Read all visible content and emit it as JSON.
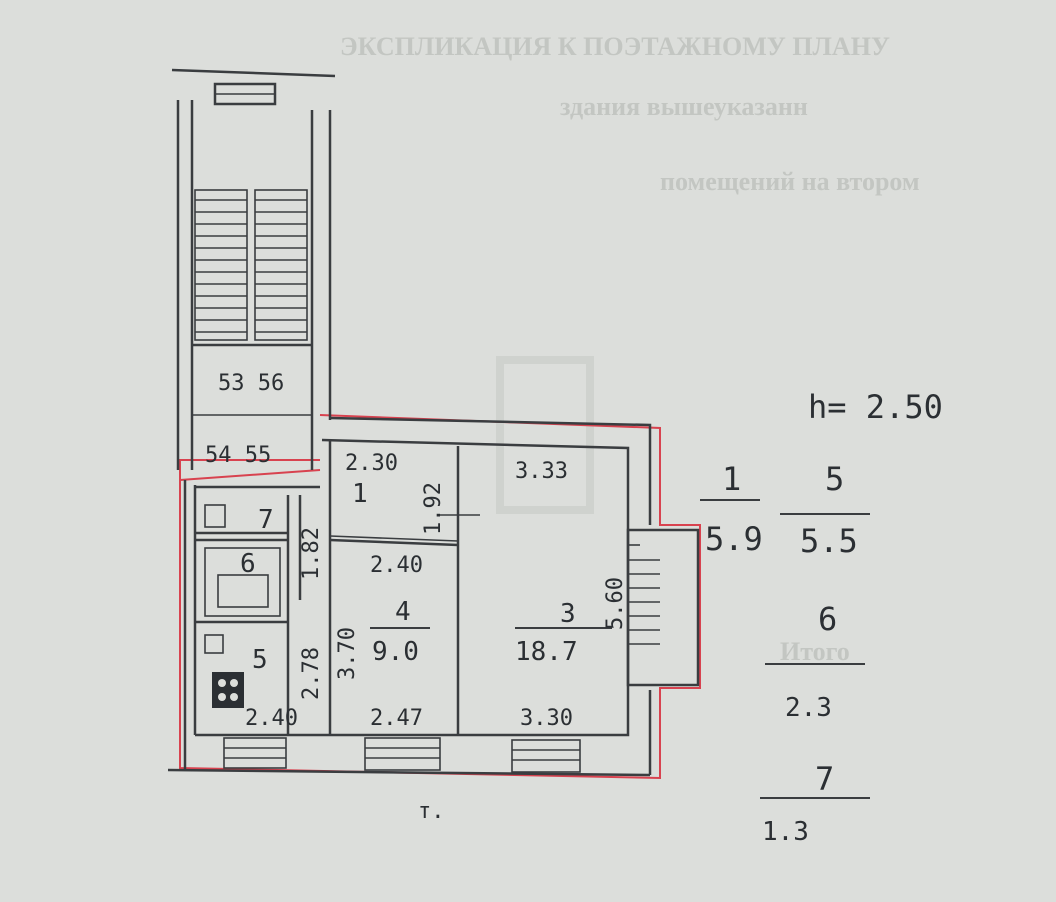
{
  "plan": {
    "height_note": "h= 2.50",
    "stair_labels": [
      "53 56",
      "54 55"
    ],
    "bottom_mark": "т.",
    "rooms": [
      {
        "num": "1",
        "top": "2.30",
        "side": "1.92",
        "bottom": "2.40"
      },
      {
        "num": "3",
        "area": "18.7",
        "top": "3.33",
        "side": "5.60",
        "bottom": "3.30"
      },
      {
        "num": "4",
        "area": "9.0",
        "side": "3.70",
        "bottom": "2.47"
      },
      {
        "num": "5",
        "side": "2.78",
        "bottom": "2.40"
      },
      {
        "num": "6",
        "side": "1.82"
      },
      {
        "num": "7"
      }
    ],
    "legend": [
      {
        "num": "1",
        "area": "5.9"
      },
      {
        "num": "5",
        "area": "5.5"
      },
      {
        "num": "6",
        "area": "2.3"
      },
      {
        "num": "7",
        "area": "1.3"
      }
    ]
  }
}
